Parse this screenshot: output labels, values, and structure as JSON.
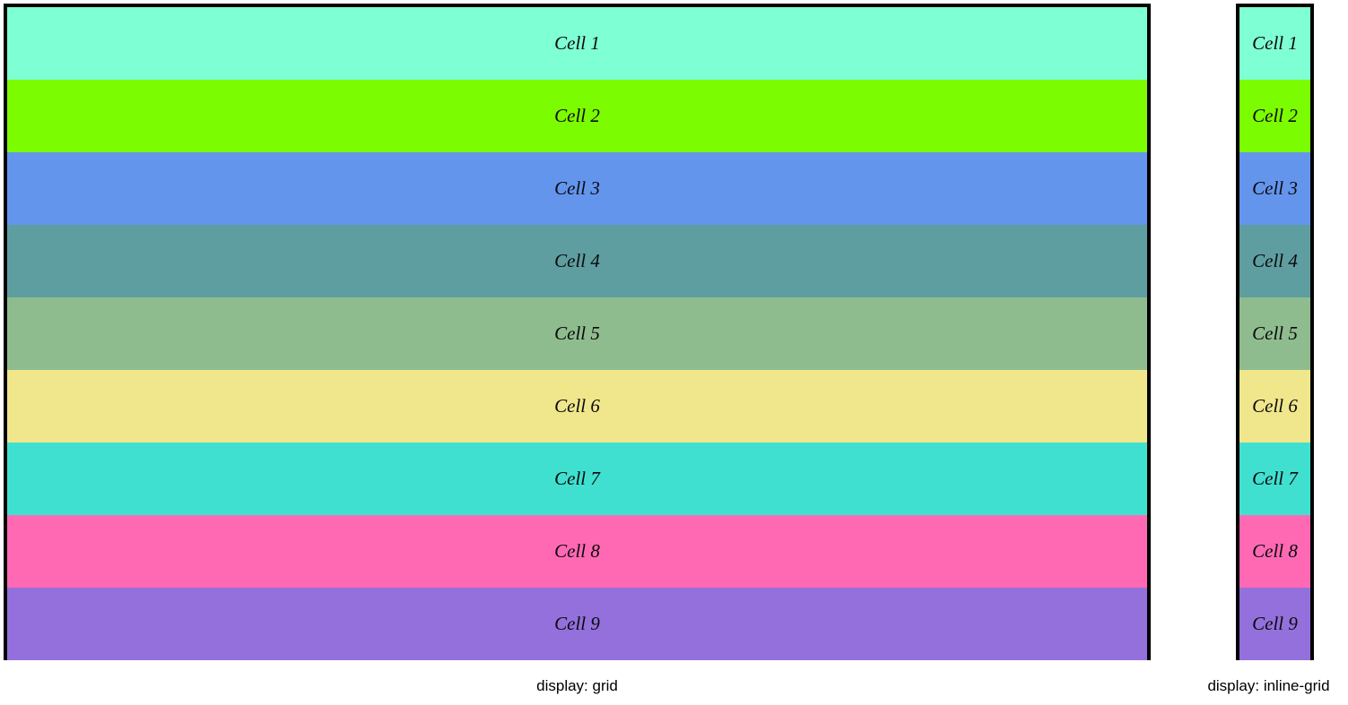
{
  "demos": [
    {
      "id": "block-grid",
      "caption": "display: grid",
      "display_mode": "grid",
      "border_color": "#000000",
      "cells": [
        {
          "label": "Cell 1",
          "color": "#7FFFD4"
        },
        {
          "label": "Cell 2",
          "color": "#7CFC00"
        },
        {
          "label": "Cell 3",
          "color": "#6495ED"
        },
        {
          "label": "Cell 4",
          "color": "#5F9EA0"
        },
        {
          "label": "Cell 5",
          "color": "#8FBC8F"
        },
        {
          "label": "Cell 6",
          "color": "#F0E68C"
        },
        {
          "label": "Cell 7",
          "color": "#40E0D0"
        },
        {
          "label": "Cell 8",
          "color": "#FF69B4"
        },
        {
          "label": "Cell 9",
          "color": "#9370DB"
        }
      ]
    },
    {
      "id": "inline-grid",
      "caption": "display: inline-grid",
      "display_mode": "inline-grid",
      "border_color": "#000000",
      "cells": [
        {
          "label": "Cell 1",
          "color": "#7FFFD4"
        },
        {
          "label": "Cell 2",
          "color": "#7CFC00"
        },
        {
          "label": "Cell 3",
          "color": "#6495ED"
        },
        {
          "label": "Cell 4",
          "color": "#5F9EA0"
        },
        {
          "label": "Cell 5",
          "color": "#8FBC8F"
        },
        {
          "label": "Cell 6",
          "color": "#F0E68C"
        },
        {
          "label": "Cell 7",
          "color": "#40E0D0"
        },
        {
          "label": "Cell 8",
          "color": "#FF69B4"
        },
        {
          "label": "Cell 9",
          "color": "#9370DB"
        }
      ]
    }
  ]
}
